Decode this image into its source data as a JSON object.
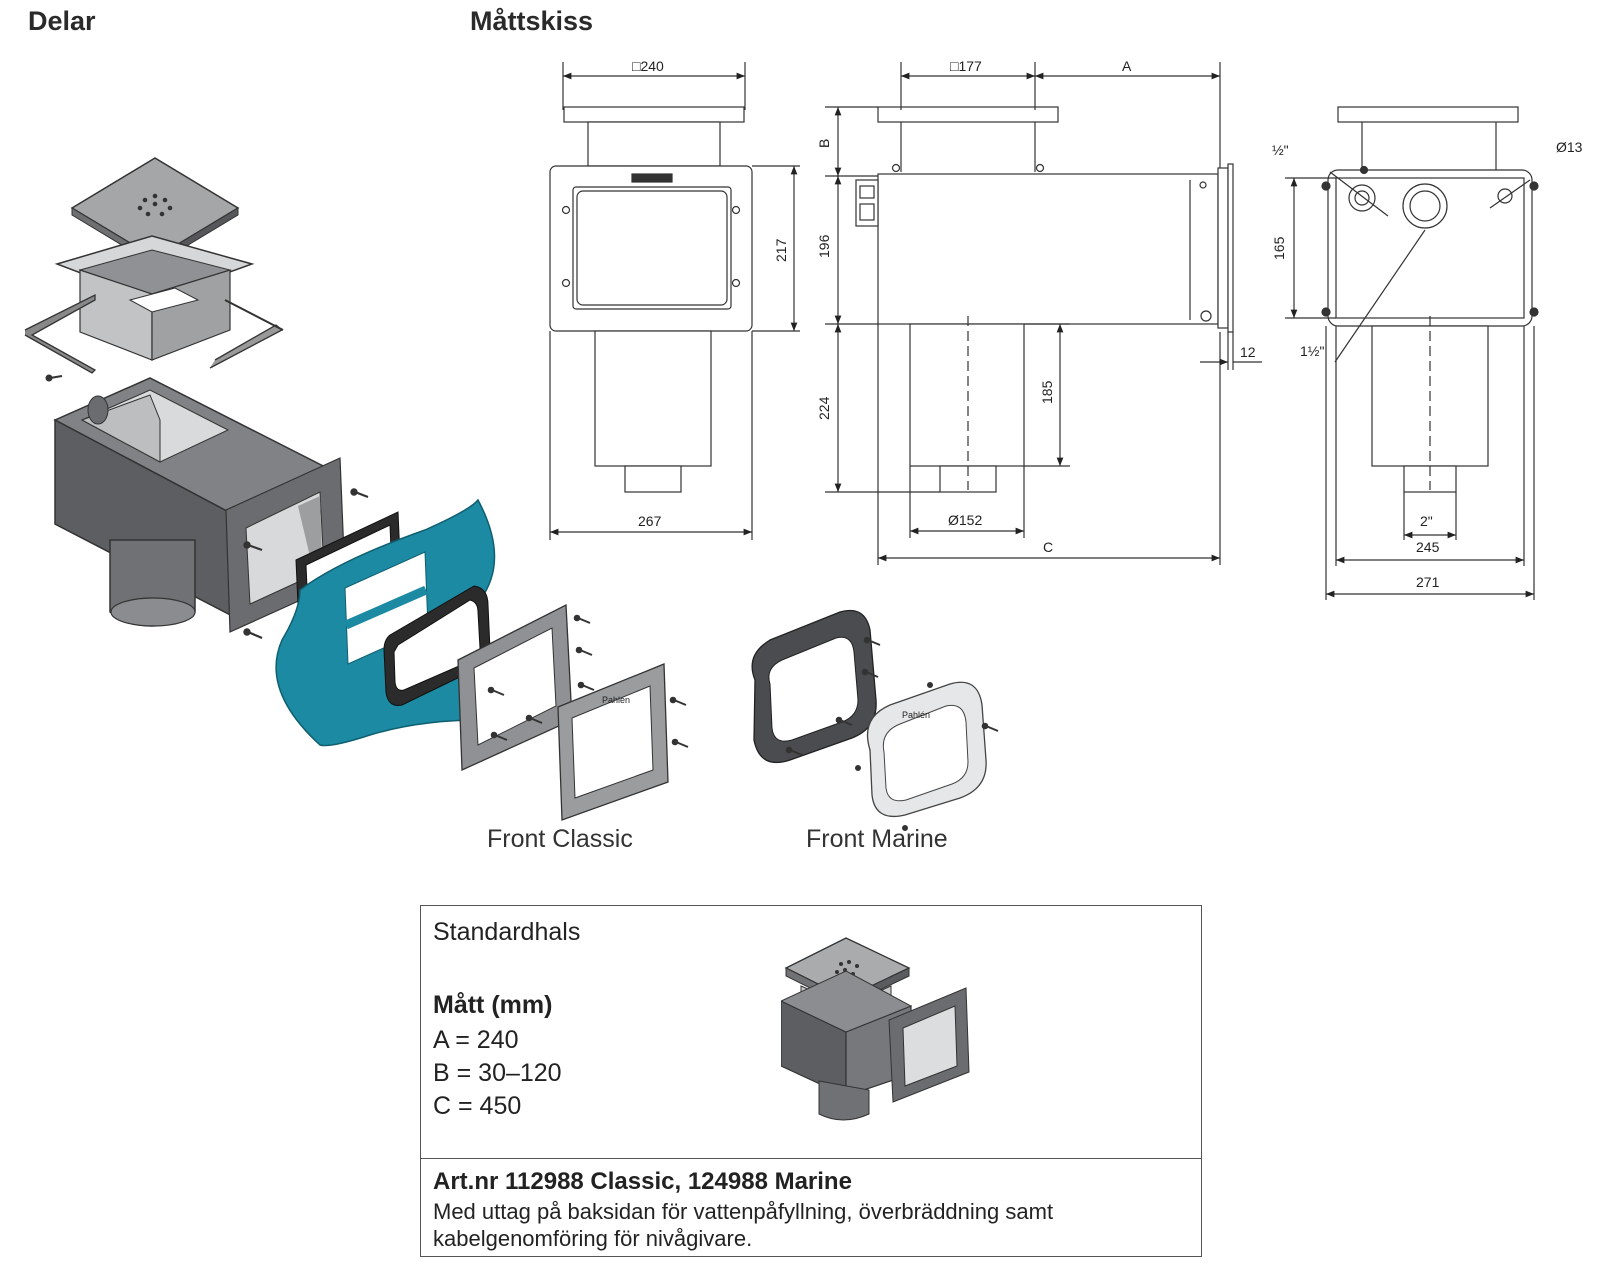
{
  "headings": {
    "parts": "Delar",
    "sketch": "Måttskiss"
  },
  "front_views": {
    "classic": "Front Classic",
    "marine": "Front Marine"
  },
  "dimensions": {
    "front": {
      "top_square": "□240",
      "height_217": "217",
      "width_267": "267"
    },
    "side": {
      "top_square": "□177",
      "a": "A",
      "b": "B",
      "h196": "196",
      "h224": "224",
      "h185": "185",
      "dia152": "Ø152",
      "c": "C",
      "d12": "12"
    },
    "back": {
      "half_inch": "½\"",
      "dia13": "Ø13",
      "h165": "165",
      "one_half_inch": "1½\"",
      "two_inch": "2\"",
      "w245": "245",
      "w271": "271"
    }
  },
  "info": {
    "neck": "Standardhals",
    "measures_title": "Mått (mm)",
    "measures": [
      "A = 240",
      "B = 30–120",
      "C = 450"
    ],
    "article": "Art.nr 112988 Classic, 124988 Marine",
    "description": "Med uttag på baksidan för vattenpåfyllning, överbräddning samt kabelgenomföring för nivågivare."
  },
  "colors": {
    "liner": "#1b8aa2",
    "steel_dark": "#5a5c5f",
    "steel_light": "#b9bbbd"
  }
}
